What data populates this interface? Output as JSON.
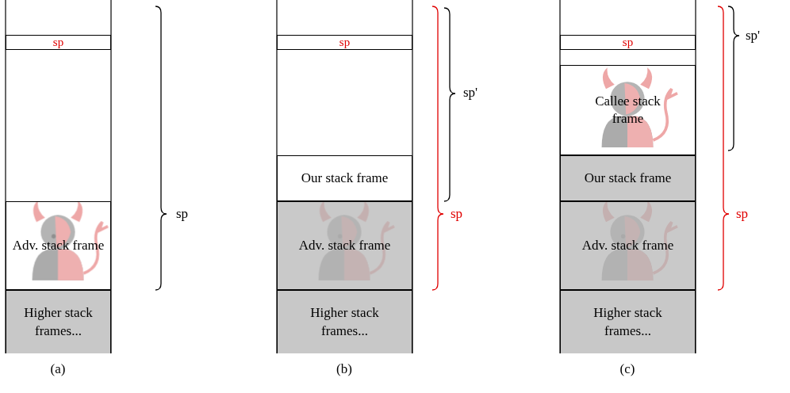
{
  "diagram": {
    "nodes": [
      {
        "text": [
          "sp"
        ]
      },
      {
        "text": [
          "Adv. stack frame"
        ]
      },
      {
        "text": [
          "Higher stack frames..."
        ]
      },
      {
        "text": [
          "sp"
        ]
      },
      {
        "text": [
          "Our stack frame"
        ]
      },
      {
        "text": [
          "Adv. stack frame"
        ]
      },
      {
        "text": [
          "Higher stack frames..."
        ]
      },
      {
        "text": [
          "sp"
        ]
      },
      {
        "text": [
          "Callee stack frame"
        ]
      },
      {
        "text": [
          "Our stack frame"
        ]
      },
      {
        "text": [
          "Adv. stack frame"
        ]
      },
      {
        "text": [
          "Higher stack frames..."
        ]
      }
    ],
    "labels": [
      "sp",
      "sp'",
      "sp",
      "sp'",
      "sp",
      "(a)",
      "(b)",
      "(c)"
    ]
  }
}
